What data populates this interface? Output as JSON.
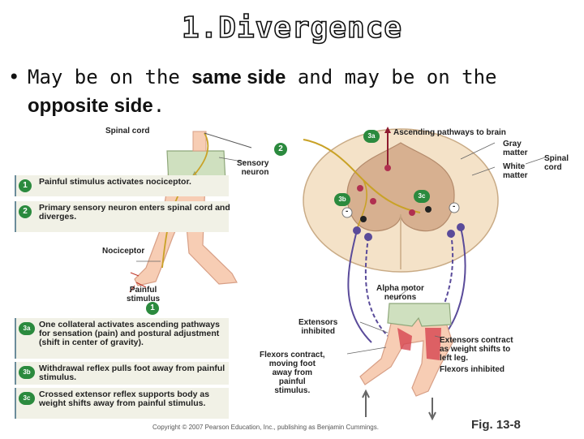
{
  "slide": {
    "title": "1.Divergence",
    "bullet": {
      "marker": "•",
      "part1": "May be on the ",
      "bold1": "same side",
      "part2": " and may be on the ",
      "bold2": "opposite side",
      "part3": "."
    }
  },
  "figure": {
    "labels": {
      "spinal_cord_top": "Spinal cord",
      "ascending": "Ascending pathways to brain",
      "gray_matter": "Gray\nmatter",
      "white_matter": "White\nmatter",
      "spinal_cord_right": "Spinal\ncord",
      "sensory_neuron": "Sensory\nneuron",
      "nociceptor": "Nociceptor",
      "painful_stimulus": "Painful\nstimulus",
      "alpha_motor": "Alpha motor\nneurons",
      "extensors_inhibited": "Extensors\ninhibited",
      "extensors_contract": "Extensors contract\nas weight shifts to\nleft leg.",
      "flexors_contract": "Flexors contract,\nmoving foot\naway from\npainful\nstimulus.",
      "flexors_inhibited": "Flexors inhibited",
      "minus": "-"
    },
    "badges": {
      "b1": "1",
      "b2": "2",
      "b3a": "3a",
      "b3b": "3b",
      "b3c": "3c"
    },
    "steps": [
      {
        "num": "1",
        "text": "Painful stimulus activates\nnociceptor."
      },
      {
        "num": "2",
        "text": "Primary sensory neuron\nenters spinal cord and\ndiverges."
      },
      {
        "num": "3a",
        "text": "One collateral activates\nascending pathways for\nsensation (pain) and postural\nadjustment (shift in center of gravity)."
      },
      {
        "num": "3b",
        "text": "Withdrawal reflex pulls foot away\nfrom painful stimulus."
      },
      {
        "num": "3c",
        "text": "Crossed extensor reflex supports\nbody as weight shifts away from\npainful stimulus."
      }
    ],
    "copyright": "Copyright © 2007 Pearson Education, Inc., publishing as Benjamin Cummings.",
    "fig_number": "Fig. 13-8"
  }
}
